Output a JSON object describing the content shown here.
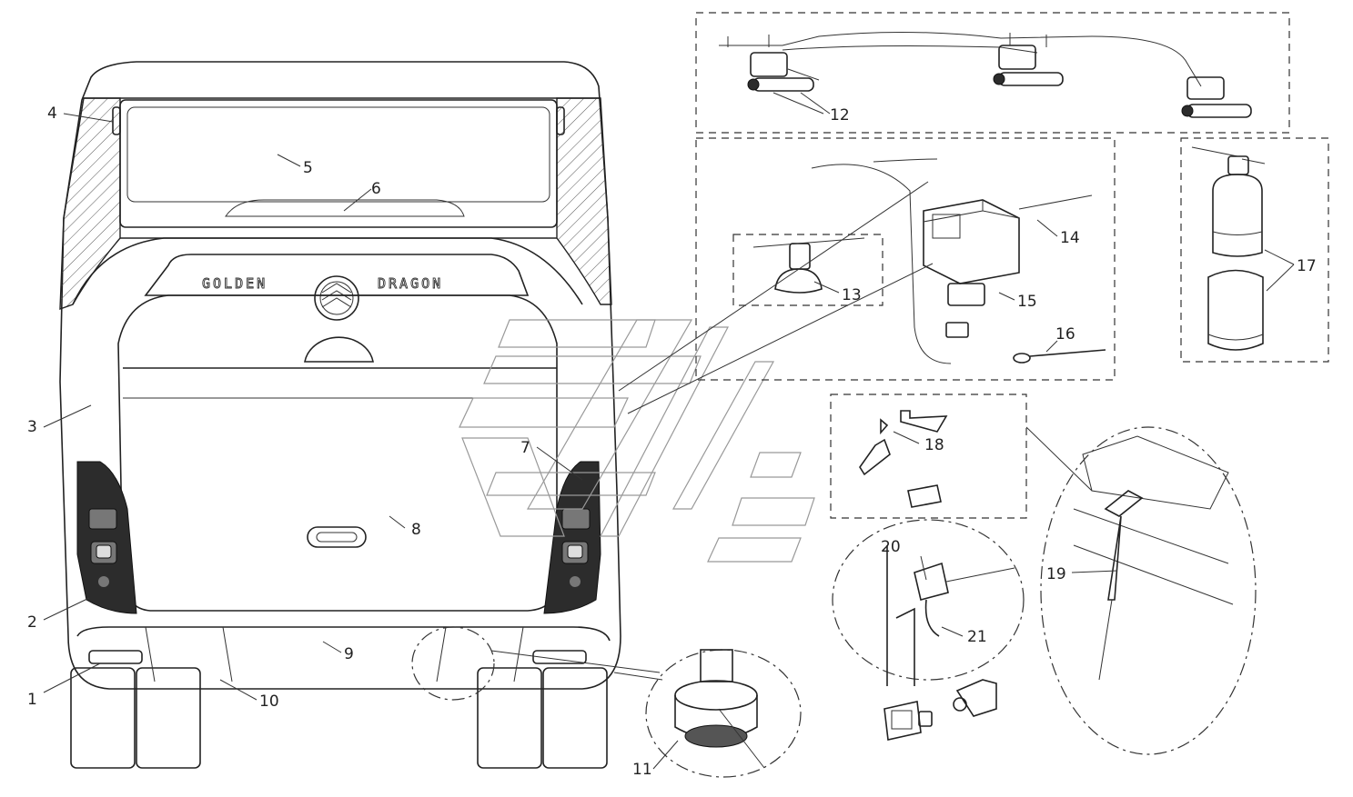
{
  "brand": {
    "left_word": "GOLDEN",
    "right_word": "DRAGON"
  },
  "callouts": [
    "1",
    "2",
    "3",
    "4",
    "5",
    "6",
    "7",
    "8",
    "9",
    "10",
    "11",
    "12",
    "13",
    "14",
    "15",
    "16",
    "17",
    "18",
    "19",
    "20",
    "21"
  ],
  "colors": {
    "line": "#222222",
    "hatch": "#555555",
    "lamp": "#2c2c2c",
    "watermark": "#999999"
  }
}
